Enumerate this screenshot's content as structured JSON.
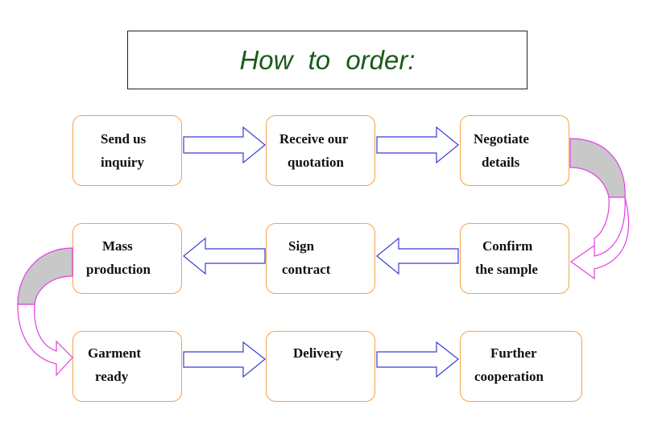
{
  "title": "How  to  order:",
  "steps": [
    {
      "id": "send-inquiry",
      "lines": [
        "Send us",
        "inquiry"
      ]
    },
    {
      "id": "receive-quotation",
      "lines": [
        "Receive our",
        "quotation"
      ]
    },
    {
      "id": "negotiate-details",
      "lines": [
        "Negotiate",
        "details"
      ]
    },
    {
      "id": "confirm-sample",
      "lines": [
        "Confirm",
        "the sample"
      ]
    },
    {
      "id": "sign-contract",
      "lines": [
        "Sign",
        "contract"
      ]
    },
    {
      "id": "mass-production",
      "lines": [
        "Mass",
        "production"
      ]
    },
    {
      "id": "garment-ready",
      "lines": [
        "Garment",
        "ready"
      ]
    },
    {
      "id": "delivery",
      "lines": [
        "Delivery",
        ""
      ]
    },
    {
      "id": "further-cooperation",
      "lines": [
        "Further",
        "cooperation"
      ]
    }
  ],
  "colors": {
    "box_border": "#f4a24a",
    "arrow_stroke": "#3b3bd6",
    "curve_stroke": "#e040e0",
    "curve_fill": "#c8c8c8",
    "title_text": "#1a5a1a"
  }
}
